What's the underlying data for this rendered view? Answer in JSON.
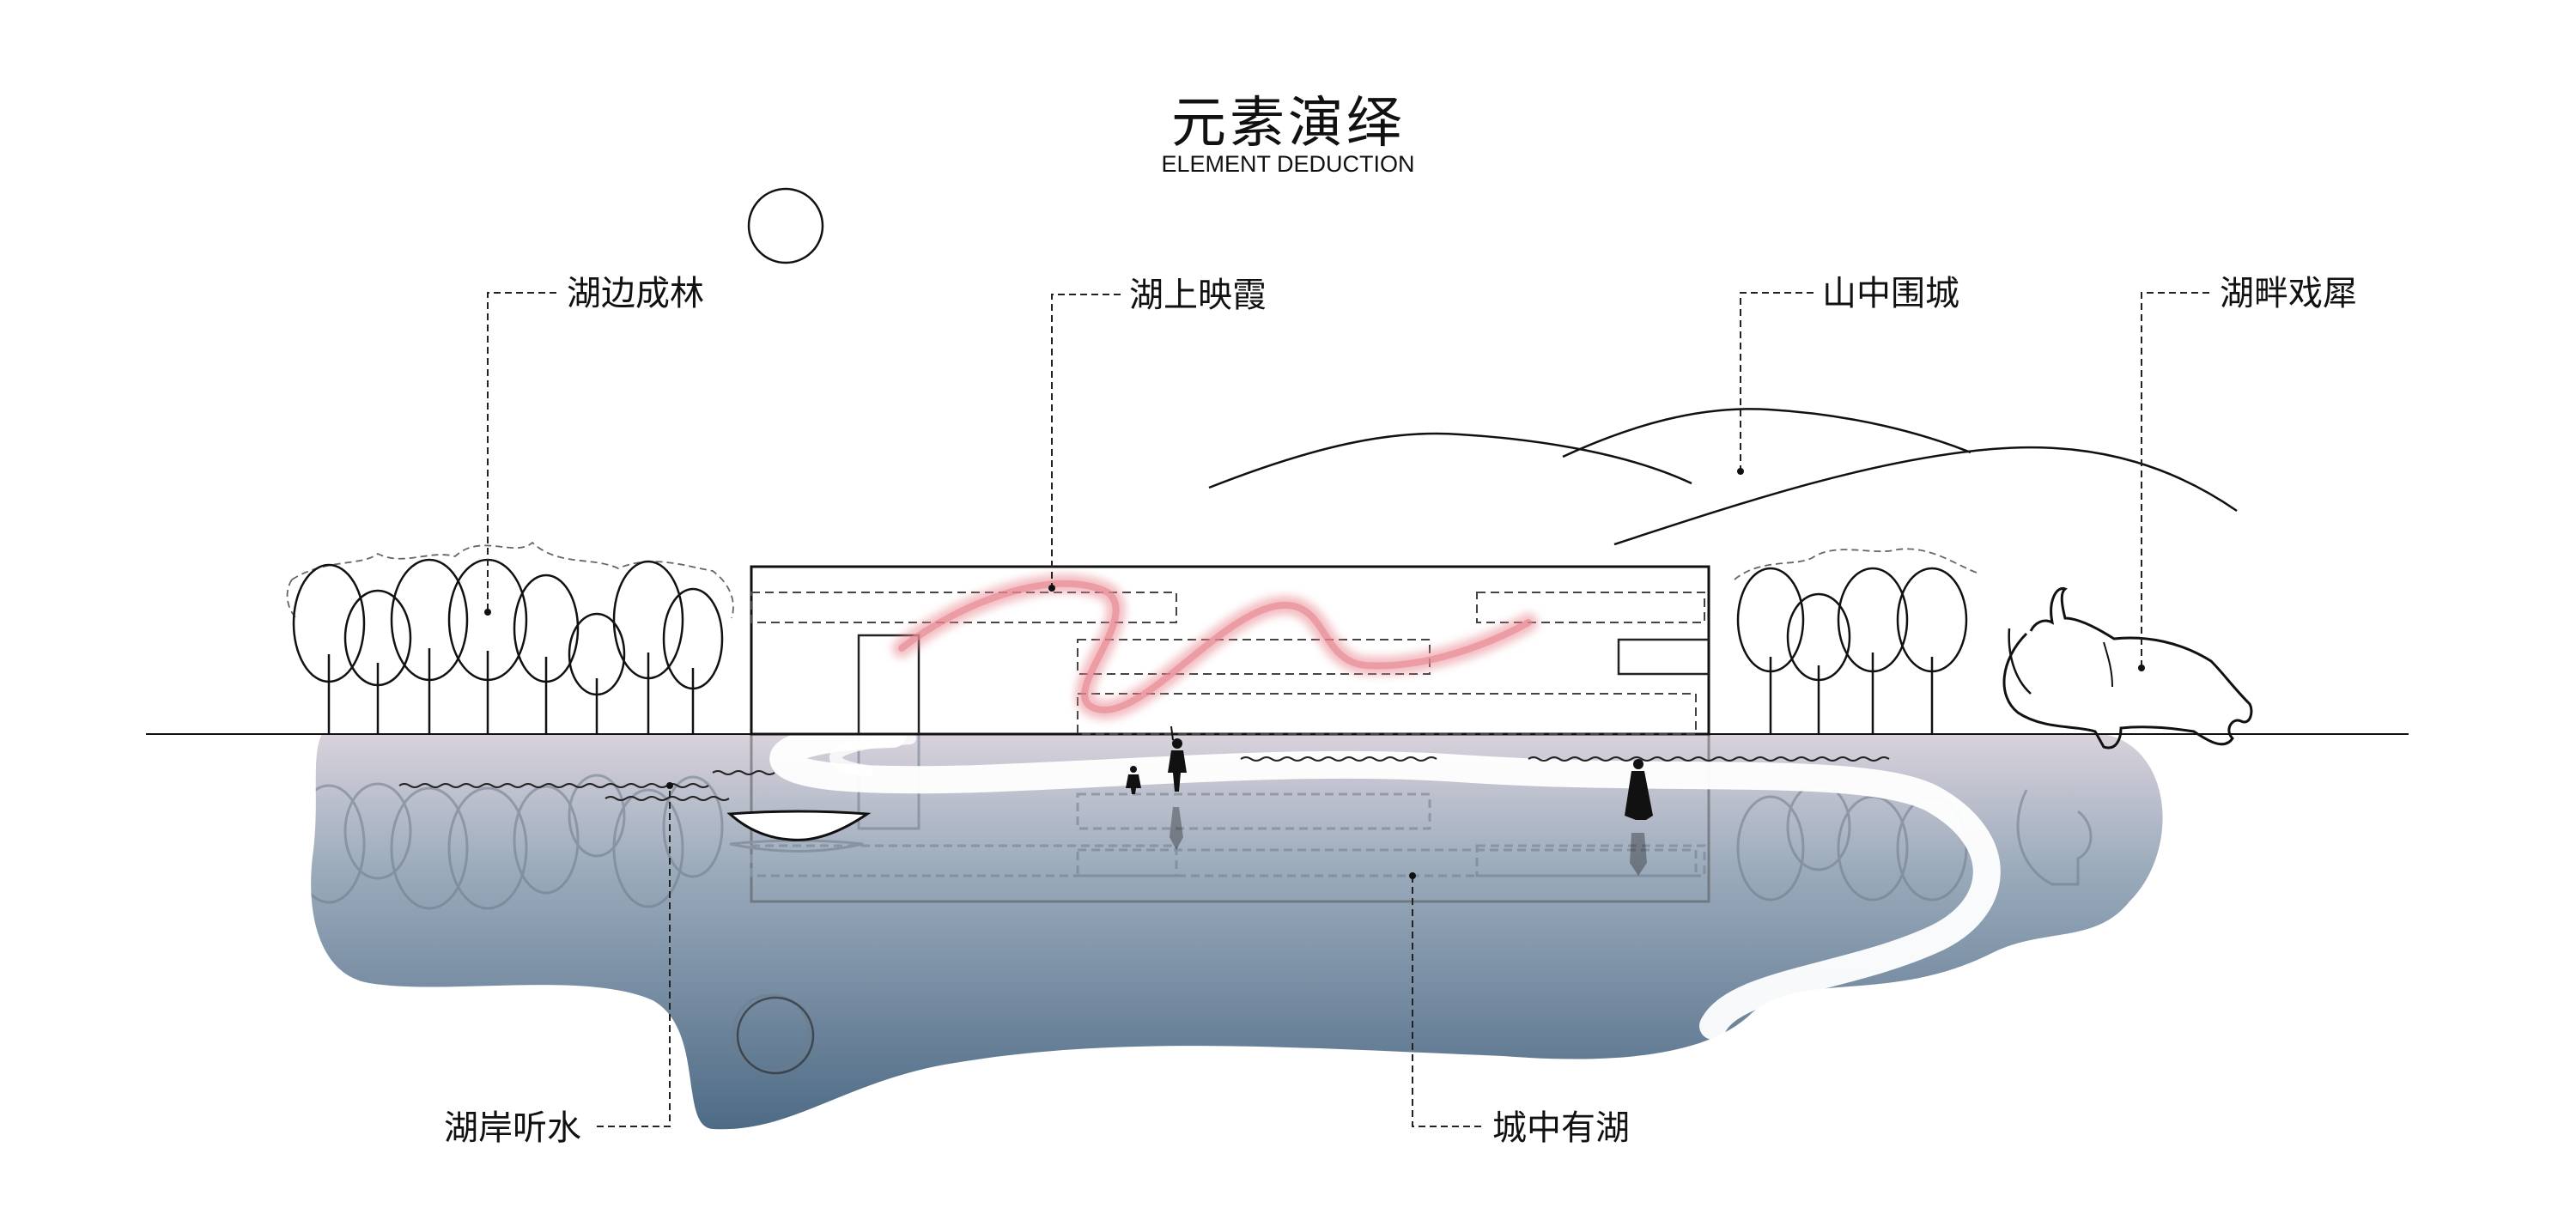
{
  "title": "元素演绎",
  "subtitle": "ELEMENT DEDUCTION",
  "callouts": {
    "trees": "湖边成林",
    "glow": "湖上映霞",
    "mountains": "山中围城",
    "theater": "湖畔戏犀",
    "shore": "湖岸听水",
    "lake": "城中有湖"
  },
  "colors": {
    "line": "#111111",
    "glow": "#e8868f",
    "water_top": "#d9d2dc",
    "water_mid": "#9aaabb",
    "water_deep": "#4e6b86",
    "path": "#ffffff"
  }
}
